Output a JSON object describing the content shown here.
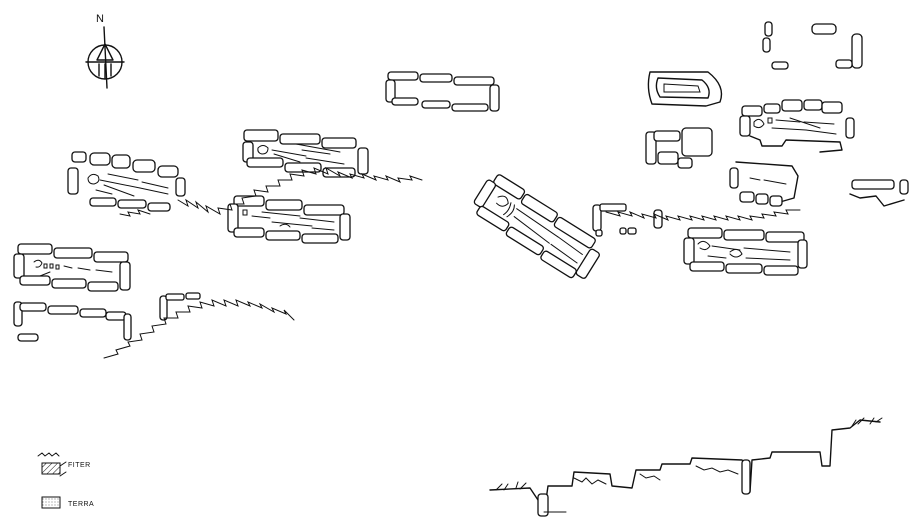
{
  "compass": {
    "north_label": "N"
  },
  "legend": {
    "items": [
      {
        "label": "FITER",
        "symbol": "hatched-rock"
      },
      {
        "label": "TERRA",
        "symbol": "stippled-soil"
      }
    ]
  },
  "colors": {
    "ink": "#111111",
    "paper": "#ffffff"
  }
}
